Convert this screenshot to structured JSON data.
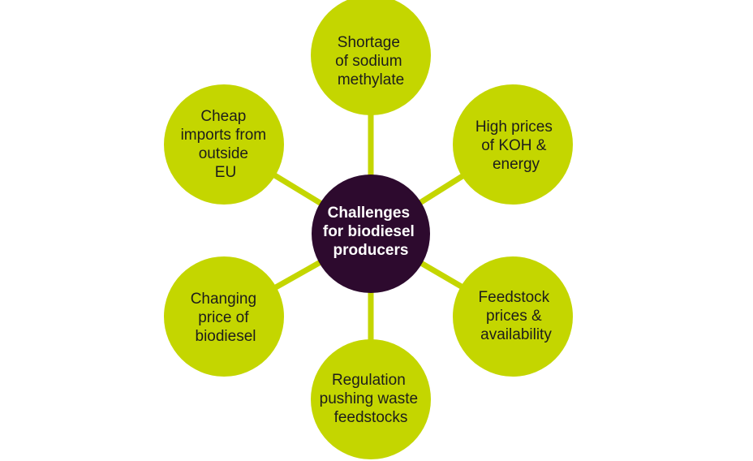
{
  "diagram": {
    "hub": {
      "lines": [
        "Challenges",
        "for biodiesel",
        "producers"
      ]
    },
    "nodes": [
      {
        "id": "sodium-methylate",
        "lines": [
          "Shortage",
          "of sodium",
          "methylate"
        ]
      },
      {
        "id": "koh-energy",
        "lines": [
          "High prices",
          "of KOH &",
          "energy"
        ]
      },
      {
        "id": "feedstock",
        "lines": [
          "Feedstock",
          "prices &",
          "availability"
        ]
      },
      {
        "id": "regulation",
        "lines": [
          "Regulation",
          "pushing waste",
          "feedstocks"
        ]
      },
      {
        "id": "biodiesel-price",
        "lines": [
          "Changing",
          "price of",
          "biodiesel"
        ]
      },
      {
        "id": "cheap-imports",
        "lines": [
          "Cheap",
          "imports from",
          "outside",
          "EU"
        ]
      }
    ],
    "colors": {
      "node": "#c4d600",
      "hub": "#2d0a2e",
      "node_text": "#1d1d1b",
      "hub_text": "#ffffff"
    }
  }
}
